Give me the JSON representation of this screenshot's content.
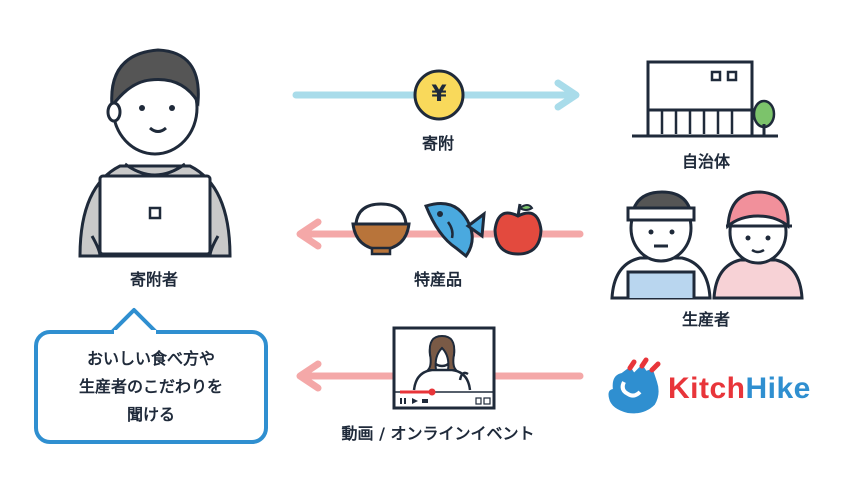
{
  "labels": {
    "donor": "寄附者",
    "donation": "寄附",
    "municipality": "自治体",
    "products": "特産品",
    "producers": "生産者",
    "media": "動画 / オンラインイベント"
  },
  "coin": {
    "symbol": "¥"
  },
  "bubble": {
    "lines": [
      "おいしい食べ方や",
      "生産者のこだわりを",
      "聞ける"
    ]
  },
  "brand": {
    "part1": "Kitch",
    "part2": "Hike"
  },
  "colors": {
    "arrow_blue": "#a9dcea",
    "arrow_pink": "#f4a8a8",
    "coin": "#f9d95b",
    "accent_blue": "#2f8fd0",
    "brand_red": "#e8353a",
    "brand_blue": "#2f8fd0",
    "ink": "#1f2a3a"
  },
  "icons": [
    "person-laptop-icon",
    "coin-icon",
    "building-icon",
    "rice-bowl-icon",
    "fish-icon",
    "apple-icon",
    "farmers-icon",
    "video-player-icon",
    "kitchhike-logo-icon"
  ]
}
